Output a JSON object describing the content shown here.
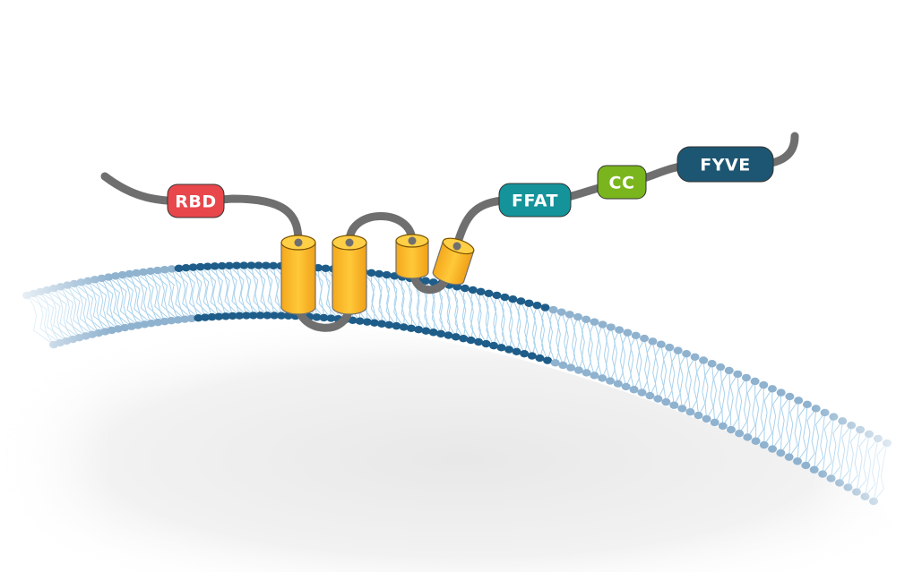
{
  "domains": [
    {
      "key": "rbd",
      "label": "RBD",
      "color": "#e8474c"
    },
    {
      "key": "ffat",
      "label": "FFAT",
      "color": "#15939a"
    },
    {
      "key": "cc",
      "label": "CC",
      "color": "#7ab51d"
    },
    {
      "key": "fyve",
      "label": "FYVE",
      "color": "#1d5672"
    }
  ],
  "colors": {
    "chain": "#6f6f6f",
    "helix_fill_light": "#ffd24a",
    "helix_fill_dark": "#f2a51a",
    "helix_outline": "#7a5200",
    "lipid_head_dark": "#1e5d89",
    "lipid_head_light": "#8fb2cf",
    "lipid_tail": "#a9d2ec",
    "cell_shade": "#e6e6e6"
  }
}
